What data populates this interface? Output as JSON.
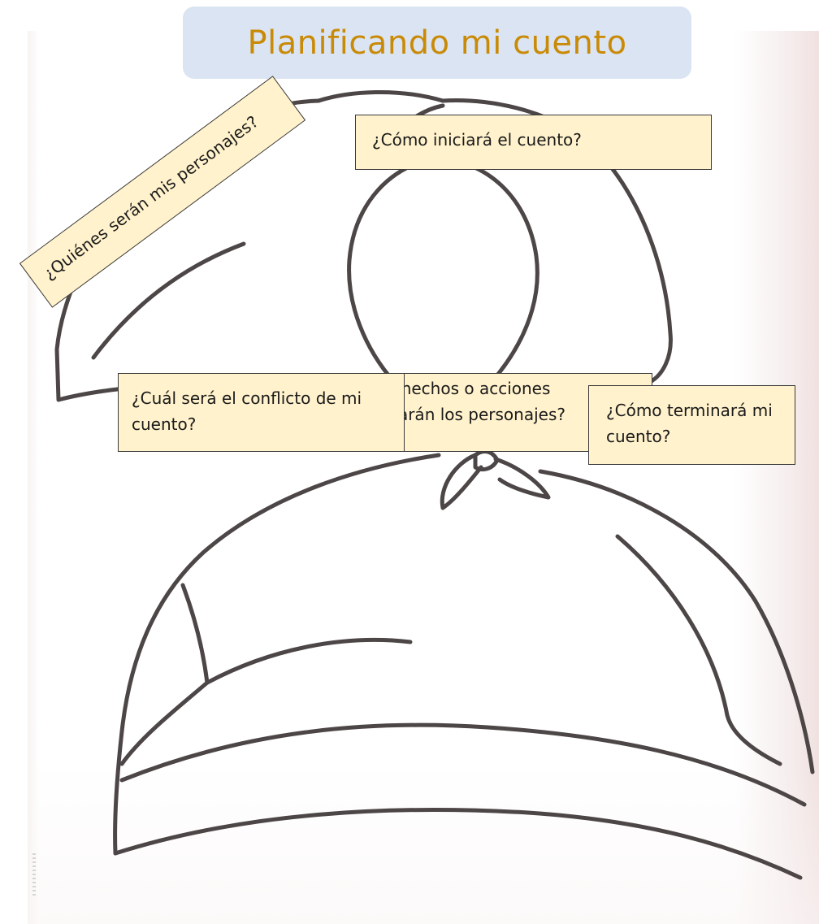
{
  "title": "Planificando mi cuento",
  "boxes": {
    "inicio": "¿Cómo iniciará el cuento?",
    "personajes": "¿Quiénes serán mis personajes?",
    "hechos_line1": "¿Qué hechos o acciones",
    "hechos_line2": "realizarán los personajes?",
    "conflicto": "¿Cuál será el conflicto de mi cuento?",
    "terminara": "¿Cómo terminará mi cuento?"
  },
  "colors": {
    "title_banner": "#dbe4f2",
    "title_text": "#c98a06",
    "box_fill": "#fff2cc",
    "outline": "#4a4444"
  }
}
